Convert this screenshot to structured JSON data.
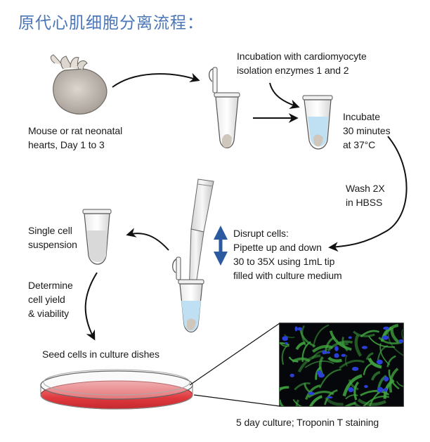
{
  "title": "原代心肌细胞分离流程：",
  "steps": {
    "hearts": "Mouse or rat neonatal\nhearts, Day 1 to 3",
    "incubation_enzymes": "Incubation with cardiomyocyte\nisolation enzymes 1 and 2",
    "incubate": "Incubate\n30 minutes\nat 37°C",
    "wash": "Wash 2X\nin HBSS",
    "disrupt": "Disrupt cells:\nPipette up and down\n30 to 35X using 1mL tip\nfilled with culture medium",
    "single_cell": "Single cell\nsuspension",
    "determine": "Determine\ncell yield\n& viability",
    "seed": "Seed cells in culture dishes",
    "culture": "5 day culture; Troponin T staining"
  },
  "colors": {
    "title": "#4a76b8",
    "liquid_blue": "#bfe0f3",
    "culture_medium": "#e03a3e",
    "double_arrow": "#2b5aa0",
    "stain_green": "#3fa33f",
    "stain_blue": "#2c3fd6"
  }
}
